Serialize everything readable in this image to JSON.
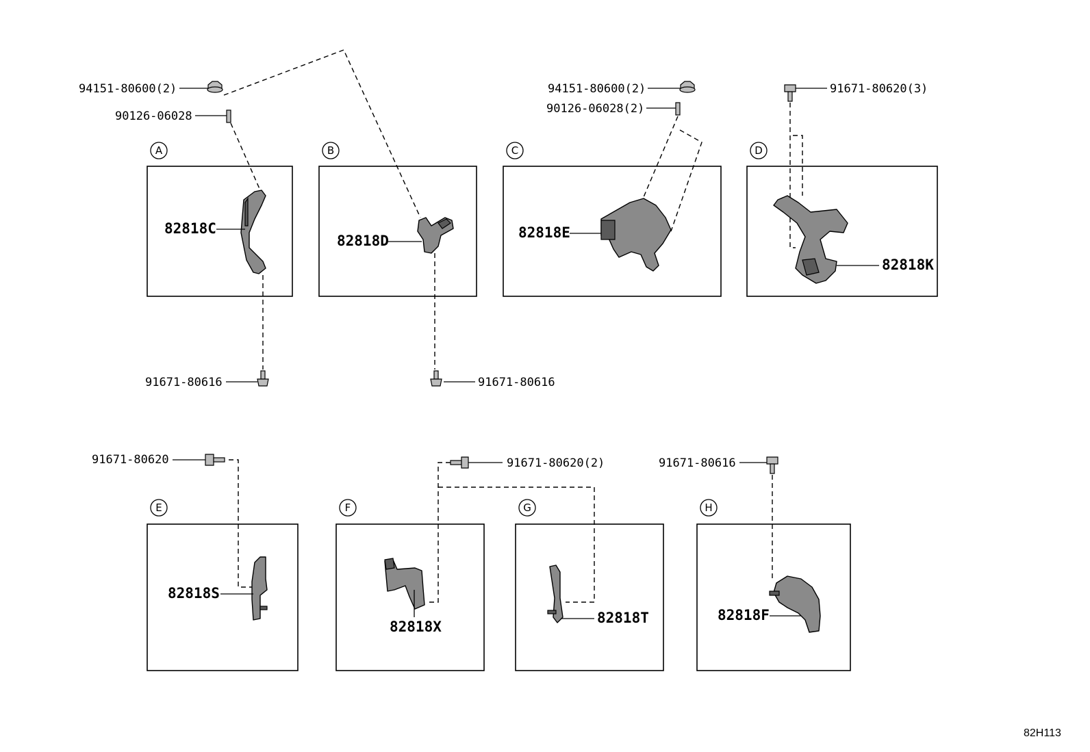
{
  "sections": [
    {
      "letter": "A",
      "part": "82818C"
    },
    {
      "letter": "B",
      "part": "82818D"
    },
    {
      "letter": "C",
      "part": "82818E"
    },
    {
      "letter": "D",
      "part": "82818K"
    },
    {
      "letter": "E",
      "part": "82818S"
    },
    {
      "letter": "F",
      "part": "82818X"
    },
    {
      "letter": "G",
      "part": "82818T"
    },
    {
      "letter": "H",
      "part": "82818F"
    }
  ],
  "fasteners": {
    "nut_a": "94151-80600(2)",
    "stud_a": "90126-06028",
    "bolt_a": "91671-80616",
    "bolt_b": "91671-80616",
    "nut_c": "94151-80600(2)",
    "stud_c": "90126-06028(2)",
    "bolt_d": "91671-80620(3)",
    "bolt_e": "91671-80620",
    "bolt_fg": "91671-80620(2)",
    "bolt_h": "91671-80616"
  },
  "diagram_code": "82H113"
}
